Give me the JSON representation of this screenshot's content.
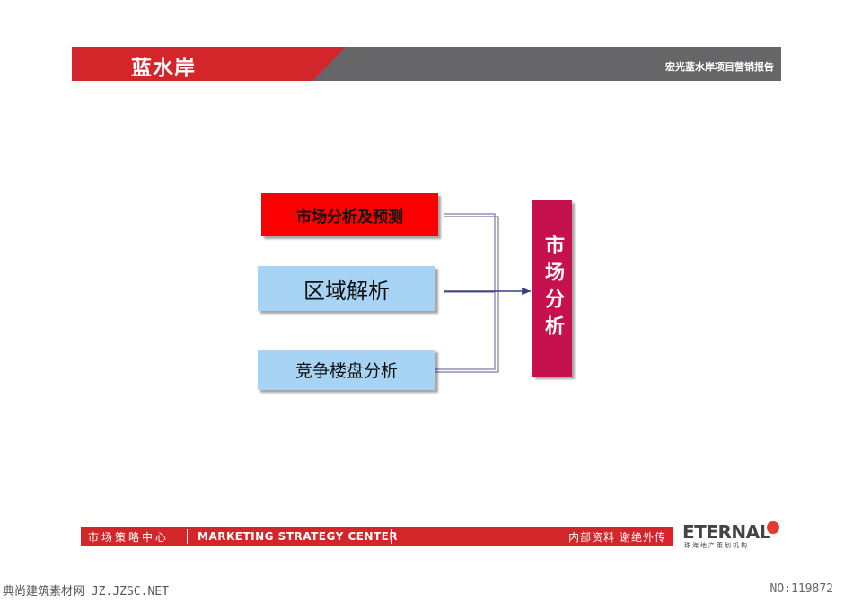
{
  "header": {
    "brand": "蓝水岸",
    "report": "宏光蓝水岸项目营销报告",
    "colors": {
      "red": "#d3262b",
      "gray": "#666668"
    }
  },
  "diagram": {
    "inputs": [
      {
        "label": "市场分析及预测",
        "color": "#fa0000"
      },
      {
        "label": "区域解析",
        "color": "#a7d4f4"
      },
      {
        "label": "竞争楼盘分析",
        "color": "#a7d4f4"
      }
    ],
    "result": {
      "label": "市场分析",
      "color": "#c6114f"
    }
  },
  "footer": {
    "left_cn": "市场策略中心",
    "en": "MARKETING STRATEGY CENTER",
    "right_cn": "内部资料  谢绝外传"
  },
  "logo": {
    "word": "ETERNAL",
    "sub": "珠海地产策划机构"
  },
  "watermark": {
    "left": "典尚建筑素材网 JZ.JZSC.NET",
    "right": "NO:119872"
  }
}
